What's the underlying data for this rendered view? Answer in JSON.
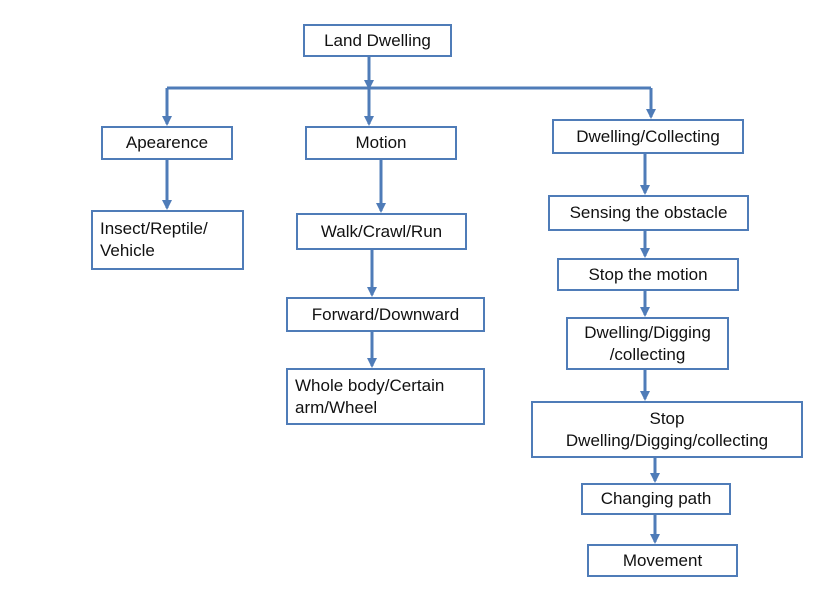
{
  "diagram": {
    "accent_color": "#4f7cb8",
    "root": "Land Dwelling",
    "branches": [
      {
        "id": "appearance",
        "title": "Apearence",
        "steps": [
          "Insect/Reptile/\nVehicle"
        ]
      },
      {
        "id": "motion",
        "title": "Motion",
        "steps": [
          "Walk/Crawl/Run",
          "Forward/Downward",
          "Whole body/Certain\narm/Wheel"
        ]
      },
      {
        "id": "dwelling",
        "title": "Dwelling/Collecting",
        "steps": [
          "Sensing the obstacle",
          "Stop the motion",
          "Dwelling/Digging\n/collecting",
          "Stop\nDwelling/Digging/collecting",
          "Changing path",
          "Movement"
        ]
      }
    ]
  }
}
